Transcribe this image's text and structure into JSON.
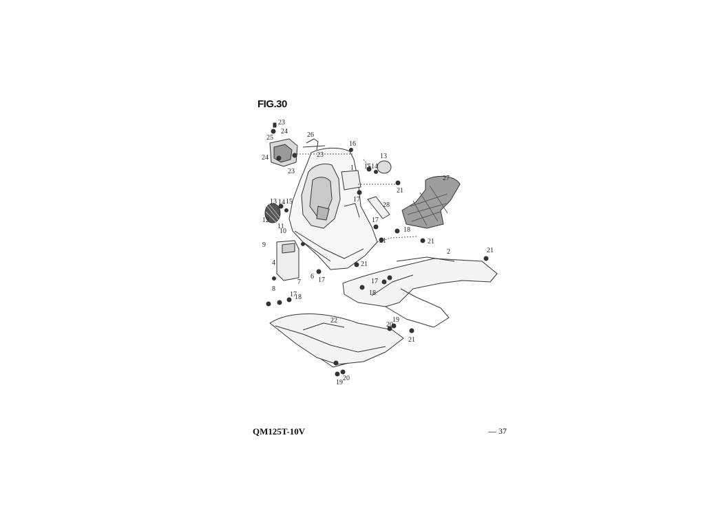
{
  "figure": {
    "title": "FIG.30"
  },
  "callouts": [
    "1",
    "2",
    "4",
    "6",
    "7",
    "8",
    "9",
    "10",
    "11",
    "12",
    "13",
    "13",
    "14",
    "14",
    "15",
    "15",
    "16",
    "17",
    "17",
    "17",
    "17",
    "17",
    "18",
    "18",
    "18",
    "19",
    "19",
    "20",
    "20",
    "21",
    "21",
    "21",
    "21",
    "21",
    "21",
    "22",
    "23",
    "23",
    "23",
    "24",
    "24",
    "25",
    "26",
    "27",
    "28"
  ],
  "footer": {
    "model": "QM125T-10V",
    "page": "— 37"
  }
}
